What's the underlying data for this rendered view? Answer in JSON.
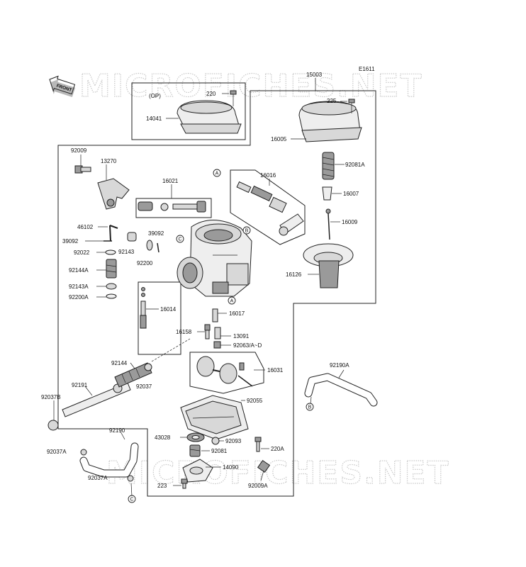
{
  "watermark": "MICROFICHES.NET",
  "figure_code": "E1611",
  "front_label": "FRONT",
  "option_label": "(OP)",
  "ref_letters": {
    "a": "A",
    "b": "B",
    "c": "C"
  },
  "parts": {
    "p15003": "15003",
    "p220": "220",
    "p14041": "14041",
    "p225": "225",
    "p16005": "16005",
    "p92009": "92009",
    "p13270": "13270",
    "p16021": "16021",
    "p16016": "16016",
    "p92081A": "92081A",
    "p16007": "16007",
    "p16009": "16009",
    "p46102": "46102",
    "p39092a": "39092",
    "p39092b": "39092",
    "p92022": "92022",
    "p92143": "92143",
    "p92200": "92200",
    "p92144A": "92144A",
    "p92143A": "92143A",
    "p92200A": "92200A",
    "p16014": "16014",
    "p16126": "16126",
    "p16017": "16017",
    "p16158": "16158",
    "p13091": "13091",
    "p92063": "92063/A~D",
    "p92144": "92144",
    "p92037": "92037",
    "p16031": "16031",
    "p92190A": "92190A",
    "p92191": "92191",
    "p92037B": "92037B",
    "p92055": "92055",
    "p92190": "92190",
    "p43028": "43028",
    "p92093": "92093",
    "p220A": "220A",
    "p92037A1": "92037A",
    "p92081": "92081",
    "p14090": "14090",
    "p92037A2": "92037A",
    "p223": "223",
    "p92009A": "92009A"
  }
}
